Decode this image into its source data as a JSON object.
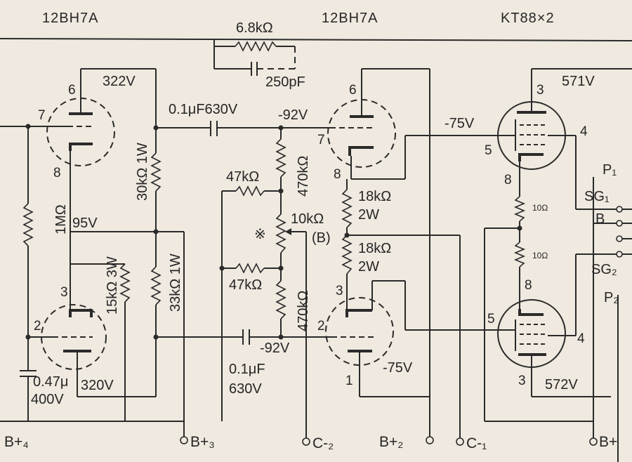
{
  "tubes": {
    "v1": "12BH7A",
    "v2": "12BH7A",
    "output": "KT88×2"
  },
  "feedback": {
    "resistor": "6.8kΩ",
    "capacitor": "250pF"
  },
  "coupling_caps": {
    "upper": "0.1μF630V",
    "lower_value": "0.1μF",
    "lower_voltage": "630V"
  },
  "resistors": {
    "r_1m": "1MΩ",
    "r_30k": "30kΩ 1W",
    "r_15k": "15kΩ 3W",
    "r_33k": "33kΩ 1W",
    "r_47k_upper": "47kΩ",
    "r_47k_lower": "47kΩ",
    "r_470k_upper": "470kΩ",
    "r_470k_lower": "470kΩ",
    "r_10k": "10kΩ",
    "r_18k_upper_value": "18kΩ",
    "r_18k_upper_watt": "2W",
    "r_18k_lower_value": "18kΩ",
    "r_18k_lower_watt": "2W",
    "r_10_upper": "10Ω",
    "r_10_lower": "10Ω"
  },
  "voltages": {
    "v1_plate_top": "322V",
    "v1_cathode": "95V",
    "v1_plate_bottom": "320V",
    "grid_upper": "-92V",
    "grid_lower": "-92V",
    "v2_plate_upper": "-75V",
    "v2_plate_lower": "-75V",
    "kt88_upper": "571V",
    "kt88_lower": "572V"
  },
  "cap_bplus4": {
    "value": "0.47μ",
    "voltage": "400V"
  },
  "marks": {
    "star": "※",
    "bias": "(B)"
  },
  "pins": {
    "v1_top_plate": "6",
    "v1_top_grid": "7",
    "v1_top_cathode": "8",
    "v1_bot_plate": "3",
    "v1_bot_grid": "2",
    "v2_top_plate": "6",
    "v2_top_grid": "7",
    "v2_top_cathode": "8",
    "v2_bot_plate": "3",
    "v2_bot_grid": "2",
    "v2_bot_cathode": "1",
    "kt_up_plate": "3",
    "kt_up_g2": "4",
    "kt_up_g1": "5",
    "kt_up_k": "8",
    "kt_lo_k": "8",
    "kt_lo_g1": "5",
    "kt_lo_g2": "4",
    "kt_lo_plate": "3"
  },
  "output_taps": {
    "p1": "P₁",
    "sg1": "SG₁",
    "b": "B",
    "sg2": "SG₂",
    "p2": "P₂"
  },
  "rails": {
    "b4": "B+₄",
    "b3": "B+₃",
    "c2": "C-₂",
    "b2": "B+₂",
    "c1": "C-₁",
    "b1": "B+"
  }
}
